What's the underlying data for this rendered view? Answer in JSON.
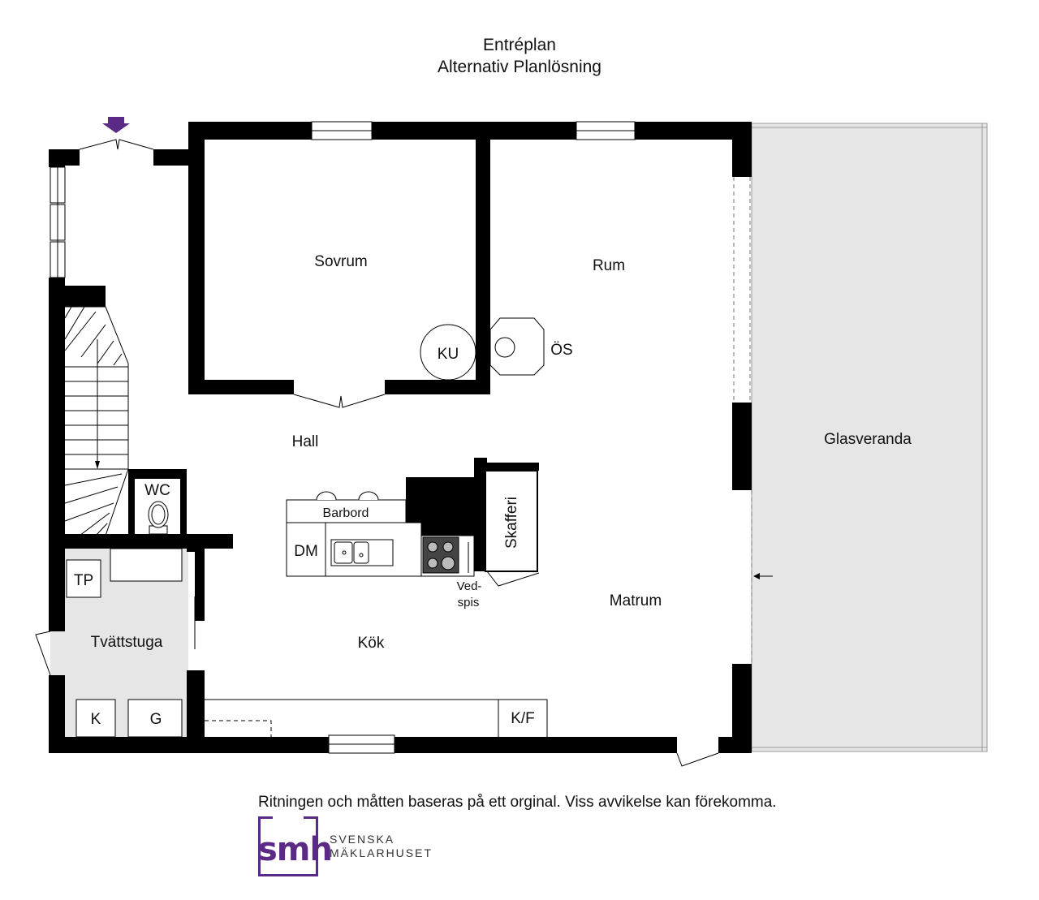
{
  "header": {
    "title": "Entréplan",
    "subtitle": "Alternativ Planlösning"
  },
  "rooms": {
    "sovrum": "Sovrum",
    "rum": "Rum",
    "hall": "Hall",
    "glasveranda": "Glasveranda",
    "wc": "WC",
    "tvattstuga": "Tvättstuga",
    "kok": "Kök",
    "matrum": "Matrum",
    "skafferi": "Skafferi"
  },
  "fixtures": {
    "ku": "KU",
    "os": "ÖS",
    "barbord": "Barbord",
    "dm": "DM",
    "vedspis_line1": "Ved-",
    "vedspis_line2": "spis",
    "tp": "TP",
    "k": "K",
    "g": "G",
    "kf": "K/F"
  },
  "footer": {
    "disclaimer": "Ritningen och måtten baseras på ett orginal. Viss avvikelse kan förekomma.",
    "logo_mark": "smh",
    "logo_line1": "SVENSKA",
    "logo_line2": "MÄKLARHUSET"
  },
  "colors": {
    "wall": "#000000",
    "veranda_fill": "#e6e6e6",
    "laundry_fill": "#e6e6e6",
    "entrance_arrow": "#5b2a86",
    "brand": "#5b2a86"
  }
}
